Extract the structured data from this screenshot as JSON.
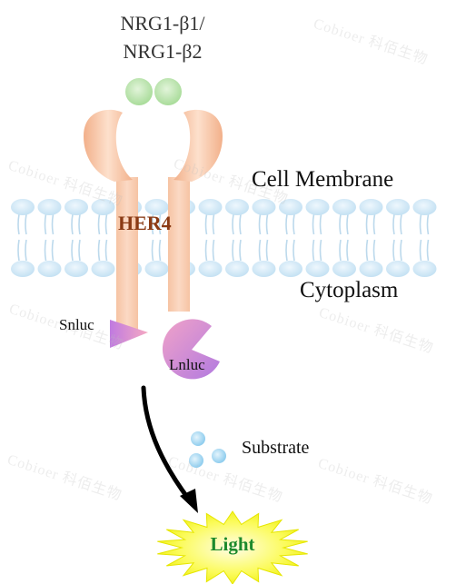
{
  "ligand": {
    "line1": "NRG1-β1/",
    "line2": "NRG1-β2"
  },
  "labels": {
    "membrane": "Cell Membrane",
    "cytoplasm": "Cytoplasm",
    "receptor": "HER4",
    "small_fragment": "Snluc",
    "large_fragment": "Lnluc",
    "substrate": "Substrate",
    "output": "Light"
  },
  "watermark": "Cobioer 科佰生物",
  "colors": {
    "ligand": "#a9dc9a",
    "receptor": "#f2b690",
    "receptor_core": "#fbd2b8",
    "lipid": "#cfe6f5",
    "snluc": "#d58ad8",
    "lnluc": "#c486dc",
    "substrate": "#a6d8f2",
    "light_fill": "#f7f700",
    "light_text": "#1c8a2c",
    "arrow": "#000000"
  }
}
